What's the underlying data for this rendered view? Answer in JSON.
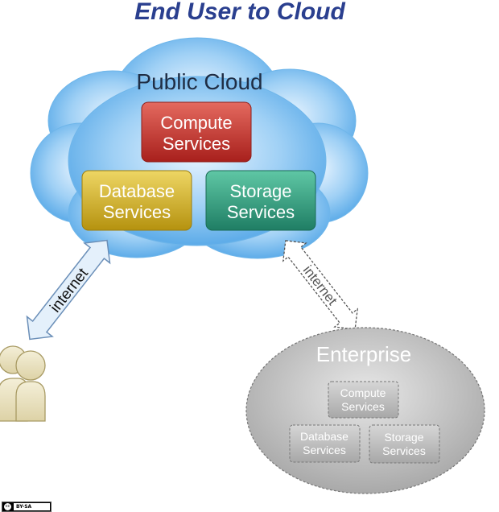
{
  "title": "End User to Cloud",
  "public_cloud": {
    "label": "Public Cloud",
    "compute": [
      "Compute",
      "Services"
    ],
    "database": [
      "Database",
      "Services"
    ],
    "storage": [
      "Storage",
      "Services"
    ]
  },
  "enterprise": {
    "label": "Enterprise",
    "compute": [
      "Compute",
      "Services"
    ],
    "database": [
      "Database",
      "Services"
    ],
    "storage": [
      "Storage",
      "Services"
    ]
  },
  "links": {
    "user_link": "internet",
    "enterprise_link": "internet"
  },
  "license_badge": "BY-SA",
  "colors": {
    "title": "#2a3f8f",
    "cloud": "#5ab0ec",
    "compute": "#c0332e",
    "database": "#c9a92a",
    "storage": "#2f9a7e",
    "enterprise": "#b9b9b9",
    "user_arrow": "#cfe3f6",
    "user_icon": "#e9e2c2"
  }
}
